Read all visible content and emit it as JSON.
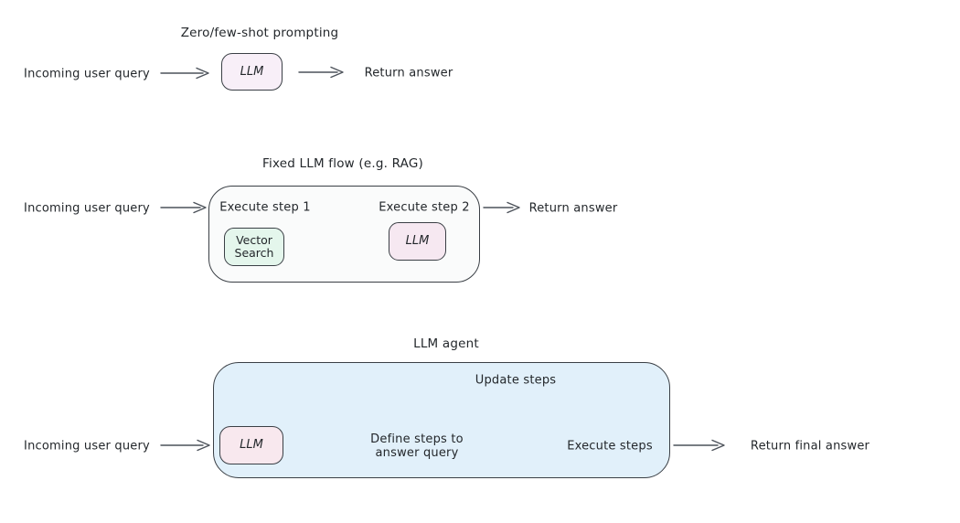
{
  "diagram": {
    "colors": {
      "llm_box_fill_row1": "#f8eff8",
      "llm_box_fill_row2": "#f6e8f1",
      "llm_box_fill_row3": "#f8e8ee",
      "vector_search_fill": "#e4f6ec",
      "fixed_flow_container_fill": "#fafbfb",
      "agent_container_fill": "#e1f0fa",
      "box_stroke": "#3a3f45",
      "arrow_stroke": "#4c525a",
      "text": "#23272b"
    },
    "sections": [
      {
        "title": "Zero/few-shot prompting",
        "input": "Incoming user query",
        "llm": "LLM",
        "output": "Return answer"
      },
      {
        "title": "Fixed LLM flow (e.g. RAG)",
        "input": "Incoming user query",
        "step1": "Execute step 1",
        "step2": "Execute step 2",
        "vector_line1": "Vector",
        "vector_line2": "Search",
        "llm": "LLM",
        "output": "Return answer"
      },
      {
        "title": "LLM agent",
        "input": "Incoming user query",
        "llm": "LLM",
        "define_line1": "Define steps to",
        "define_line2": "answer query",
        "execute": "Execute steps",
        "update": "Update steps",
        "output": "Return final answer"
      }
    ]
  }
}
